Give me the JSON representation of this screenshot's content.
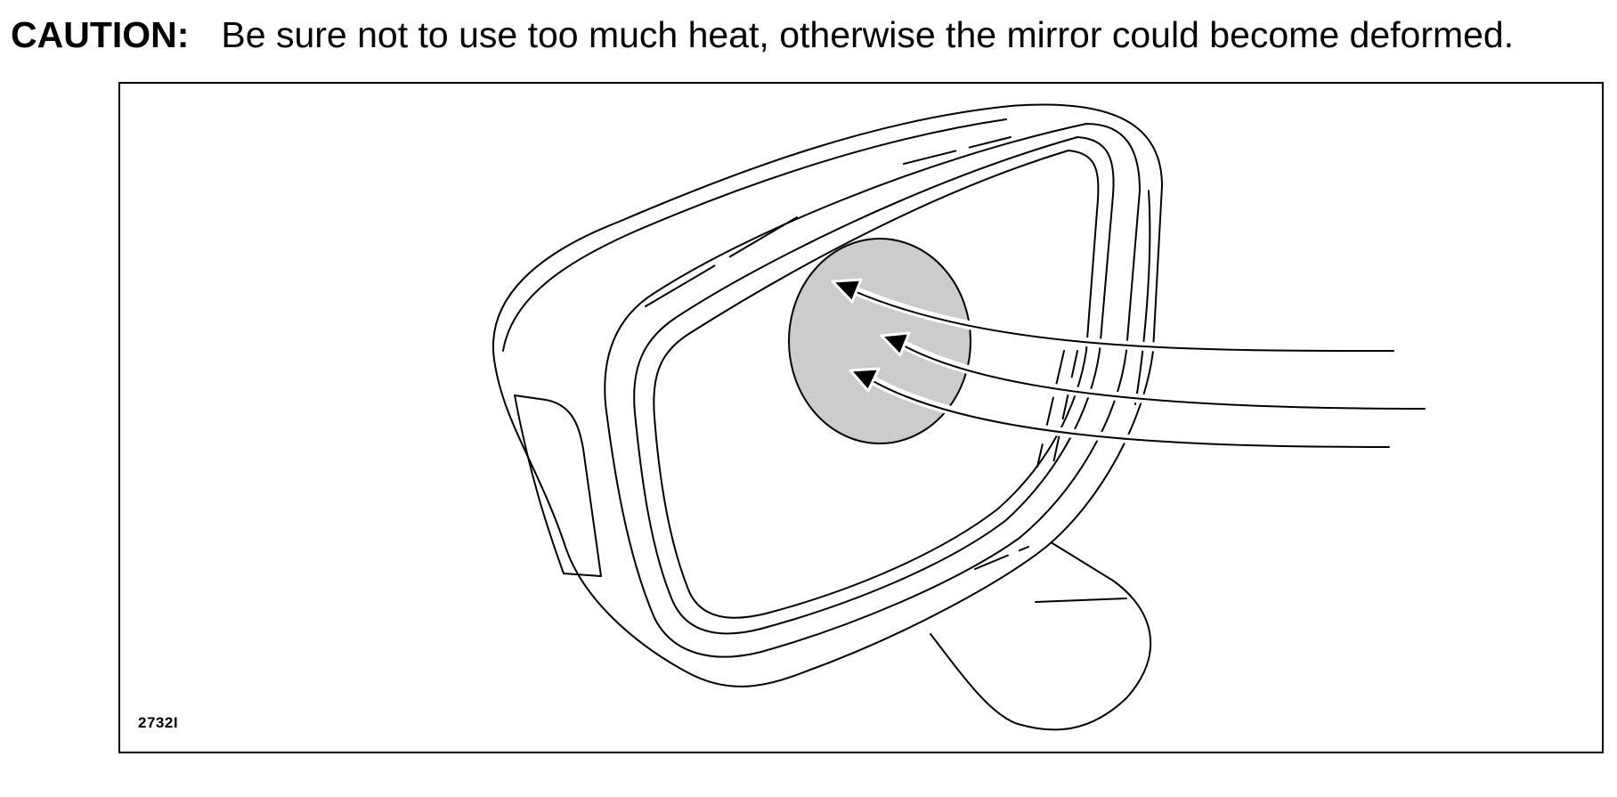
{
  "caution": {
    "label": "CAUTION:",
    "text": "Be sure not to use too much heat, otherwise the mirror could become deformed."
  },
  "figure": {
    "figure_number": "2732I",
    "colors": {
      "heated_area": "#cccccc",
      "line": "#000000",
      "background": "#ffffff"
    },
    "heat_arrow_count": 3
  }
}
